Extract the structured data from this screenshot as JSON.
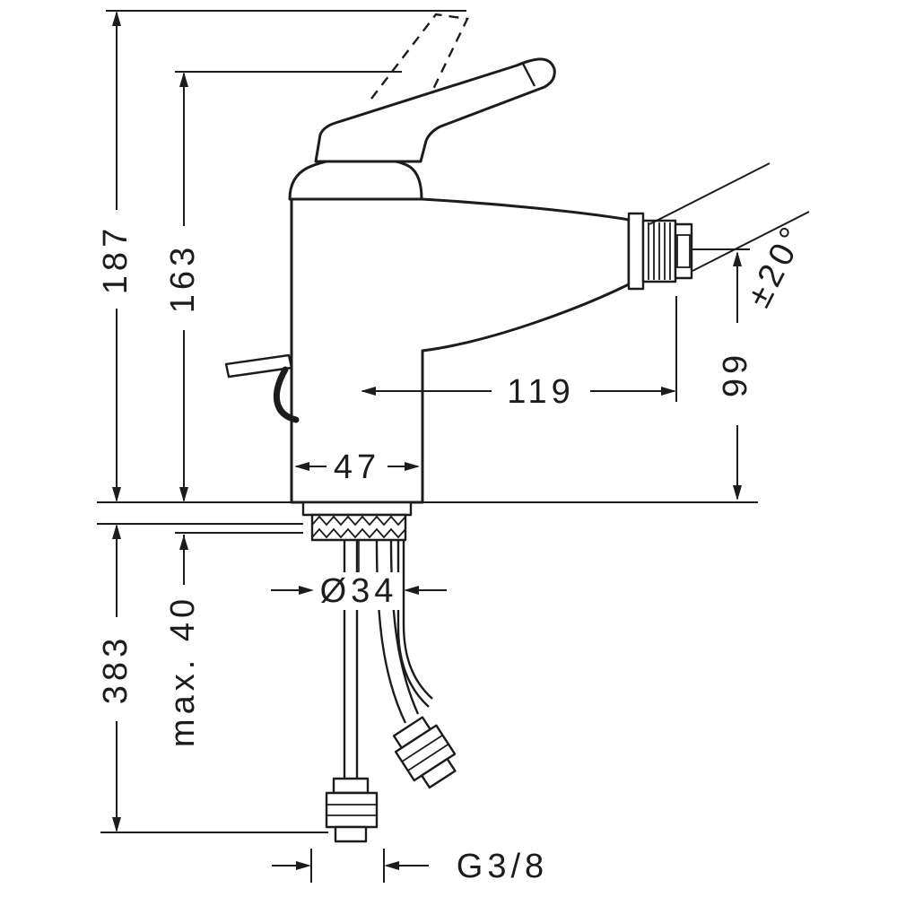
{
  "drawing": {
    "background": "#ffffff",
    "line_color": "#1c1c1c",
    "subject": "Single-lever bidet mixer, side elevation with installation dimensions"
  },
  "dimensions": {
    "d187": "187",
    "d163": "163",
    "d383": "383",
    "max40": "max. 40",
    "d119": "119",
    "d47": "47",
    "d34": "Ø34",
    "d99": "99",
    "swivel": "±20°",
    "thread": "G3/8"
  }
}
